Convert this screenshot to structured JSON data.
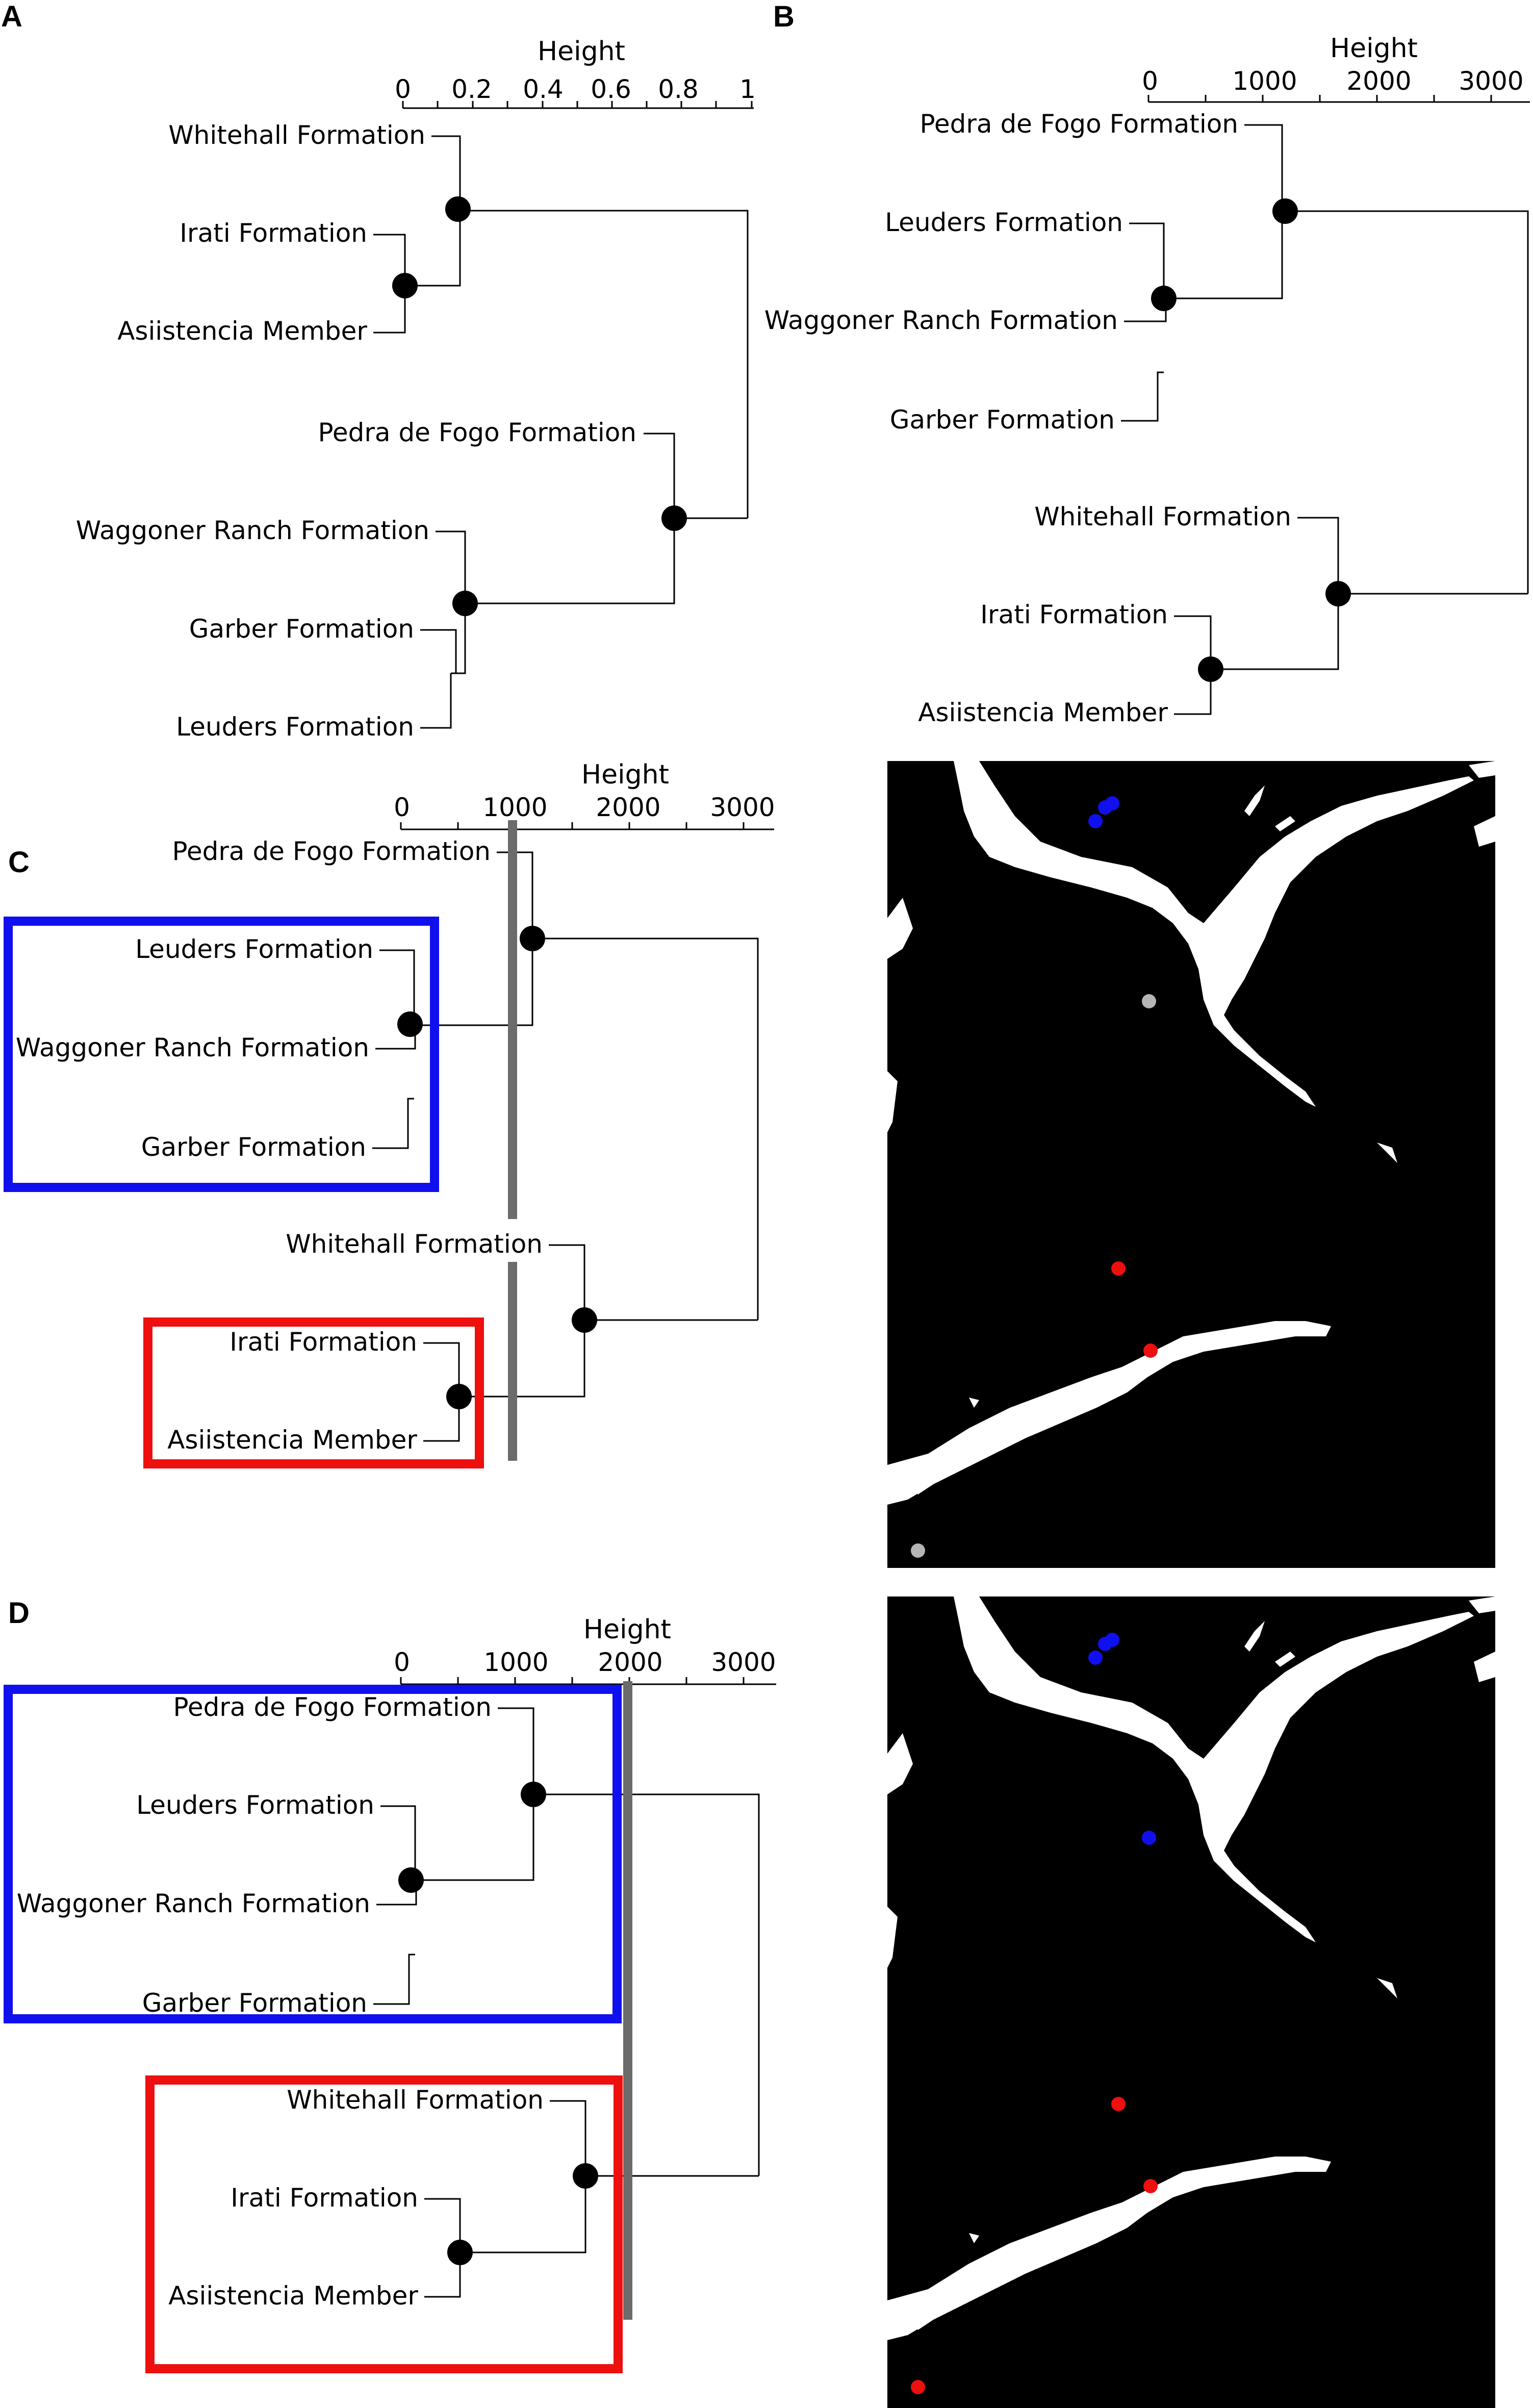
{
  "panels": {
    "A": {
      "letter": "A",
      "axis_title": "Height",
      "ticks": [
        "0",
        "0.2",
        "0.4",
        "0.6",
        "0.8",
        "1"
      ],
      "tips": [
        "Whitehall Formation",
        "Irati Formation",
        "Asiistencia Member",
        "Pedra de Fogo Formation",
        "Waggoner Ranch Formation",
        "Garber Formation",
        "Leuders Formation"
      ]
    },
    "B": {
      "letter": "B",
      "axis_title": "Height",
      "ticks": [
        "0",
        "1000",
        "2000",
        "3000"
      ],
      "tips": [
        "Pedra de Fogo Formation",
        "Leuders Formation",
        "Waggoner Ranch Formation",
        "Garber Formation",
        "Whitehall Formation",
        "Irati Formation",
        "Asiistencia Member"
      ]
    },
    "C": {
      "letter": "C",
      "axis_title": "Height",
      "ticks": [
        "0",
        "1000",
        "2000",
        "3000"
      ],
      "tips": [
        "Pedra de Fogo Formation",
        "Leuders Formation",
        "Waggoner Ranch Formation",
        "Garber Formation",
        "Whitehall Formation",
        "Irati Formation",
        "Asiistencia Member"
      ],
      "cut_height": 1000
    },
    "D": {
      "letter": "D",
      "axis_title": "Height",
      "ticks": [
        "0",
        "1000",
        "2000",
        "3000"
      ],
      "tips": [
        "Pedra de Fogo Formation",
        "Leuders Formation",
        "Waggoner Ranch Formation",
        "Garber Formation",
        "Whitehall Formation",
        "Irati Formation",
        "Asiistencia Member"
      ],
      "cut_height": 2000
    }
  },
  "colors": {
    "blue_cluster": "#1010ee",
    "red_cluster": "#ee0f0f",
    "unclustered": "#b5b5b5",
    "cut_line": "#6b6b6b",
    "map_land": "#000000",
    "map_water": "#ffffff"
  },
  "maps": {
    "C": {
      "sites": [
        "blue",
        "blue",
        "blue",
        "grey",
        "red",
        "red",
        "grey"
      ]
    },
    "D": {
      "sites": [
        "blue",
        "blue",
        "blue",
        "blue",
        "red",
        "red",
        "red"
      ]
    }
  }
}
